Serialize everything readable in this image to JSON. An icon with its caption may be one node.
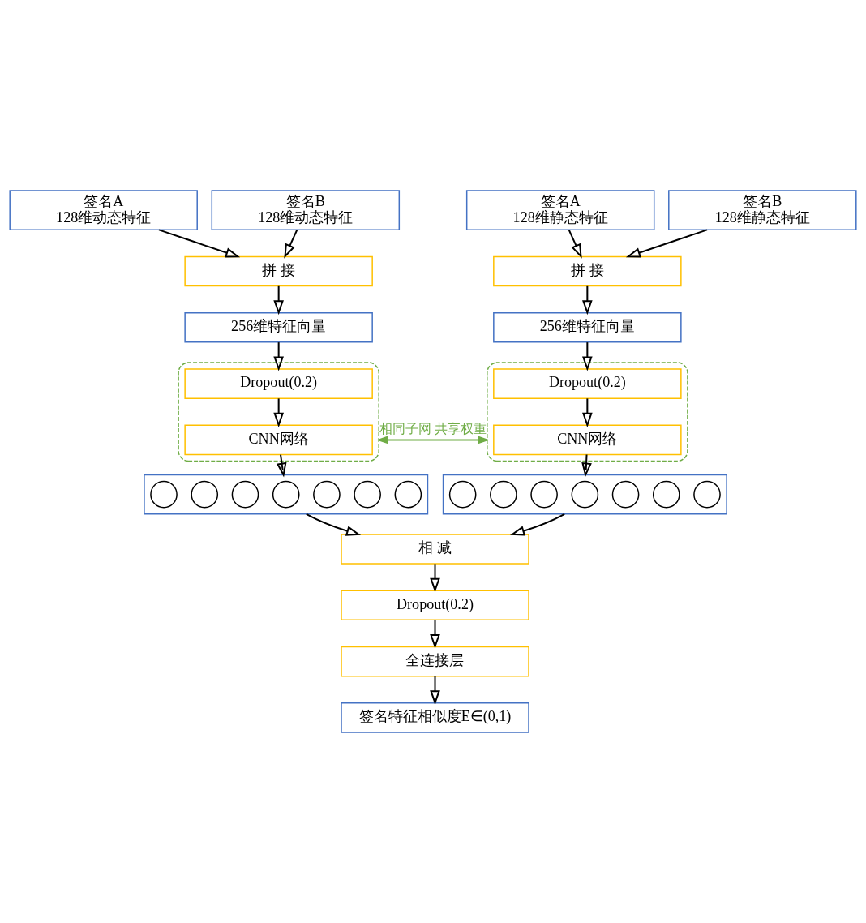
{
  "diagram": {
    "nodes": [
      {
        "text": [
          "签名A",
          "128维动态特征"
        ]
      },
      {
        "text": [
          "签名B",
          "128维动态特征"
        ]
      },
      {
        "text": [
          "签名A",
          "128维静态特征"
        ]
      },
      {
        "text": [
          "签名B",
          "128维静态特征"
        ]
      },
      {
        "text": [
          "拼 接"
        ]
      },
      {
        "text": [
          "拼 接"
        ]
      },
      {
        "text": [
          "256维特征向量"
        ]
      },
      {
        "text": [
          "256维特征向量"
        ]
      },
      {
        "text": [],
        "shape": "box"
      },
      {
        "text": [
          "Dropout(0.2)"
        ],
        "in": 8
      },
      {
        "text": [
          "CNN网络"
        ],
        "in": 8
      },
      {
        "text": [],
        "shape": "box"
      },
      {
        "text": [
          "Dropout(0.2)"
        ],
        "in": 11
      },
      {
        "text": [
          "CNN网络"
        ],
        "in": 11
      },
      {
        "text": [],
        "shape": "box"
      },
      {
        "text": [],
        "shape": "circle",
        "in": 14
      },
      {
        "text": [],
        "shape": "circle",
        "in": 14
      },
      {
        "text": [],
        "shape": "circle",
        "in": 14
      },
      {
        "text": [],
        "shape": "circle",
        "in": 14
      },
      {
        "text": [],
        "shape": "circle",
        "in": 14
      },
      {
        "text": [],
        "shape": "circle",
        "in": 14
      },
      {
        "text": [],
        "shape": "circle",
        "in": 14
      },
      {
        "text": [],
        "shape": "box"
      },
      {
        "text": [],
        "shape": "circle",
        "in": 22
      },
      {
        "text": [],
        "shape": "circle",
        "in": 22
      },
      {
        "text": [],
        "shape": "circle",
        "in": 22
      },
      {
        "text": [],
        "shape": "circle",
        "in": 22
      },
      {
        "text": [],
        "shape": "circle",
        "in": 22
      },
      {
        "text": [],
        "shape": "circle",
        "in": 22
      },
      {
        "text": [],
        "shape": "circle",
        "in": 22
      },
      {
        "text": [
          "相 减"
        ]
      },
      {
        "text": [
          "Dropout(0.2)"
        ]
      },
      {
        "text": [
          "全连接层"
        ]
      },
      {
        "text": [
          "签名特征相似度E∈(0,1)"
        ]
      }
    ],
    "edges": [
      {
        "from": 0,
        "to": 4,
        "arrow": "to"
      },
      {
        "from": 1,
        "to": 4,
        "arrow": "to"
      },
      {
        "from": 2,
        "to": 5,
        "arrow": "to"
      },
      {
        "from": 3,
        "to": 5,
        "arrow": "to"
      },
      {
        "from": 4,
        "to": 6,
        "arrow": "to"
      },
      {
        "from": 5,
        "to": 7,
        "arrow": "to"
      },
      {
        "from": 6,
        "to": 9,
        "arrow": "to"
      },
      {
        "from": 7,
        "to": 12,
        "arrow": "to"
      },
      {
        "from": 9,
        "to": 10,
        "arrow": "to"
      },
      {
        "from": 12,
        "to": 13,
        "arrow": "to"
      },
      {
        "from": 8,
        "to": 11,
        "arrow": "both",
        "label": "相同子网 共享权重",
        "color": "#70ad47"
      },
      {
        "from": 10,
        "to": 14,
        "arrow": "to"
      },
      {
        "from": 13,
        "to": 22,
        "arrow": "to"
      },
      {
        "from": 14,
        "to": 30,
        "arrow": "to"
      },
      {
        "from": 22,
        "to": 30,
        "arrow": "to"
      },
      {
        "from": 30,
        "to": 31,
        "arrow": "to"
      },
      {
        "from": 31,
        "to": 32,
        "arrow": "to"
      },
      {
        "from": 32,
        "to": 33,
        "arrow": "to"
      }
    ]
  }
}
